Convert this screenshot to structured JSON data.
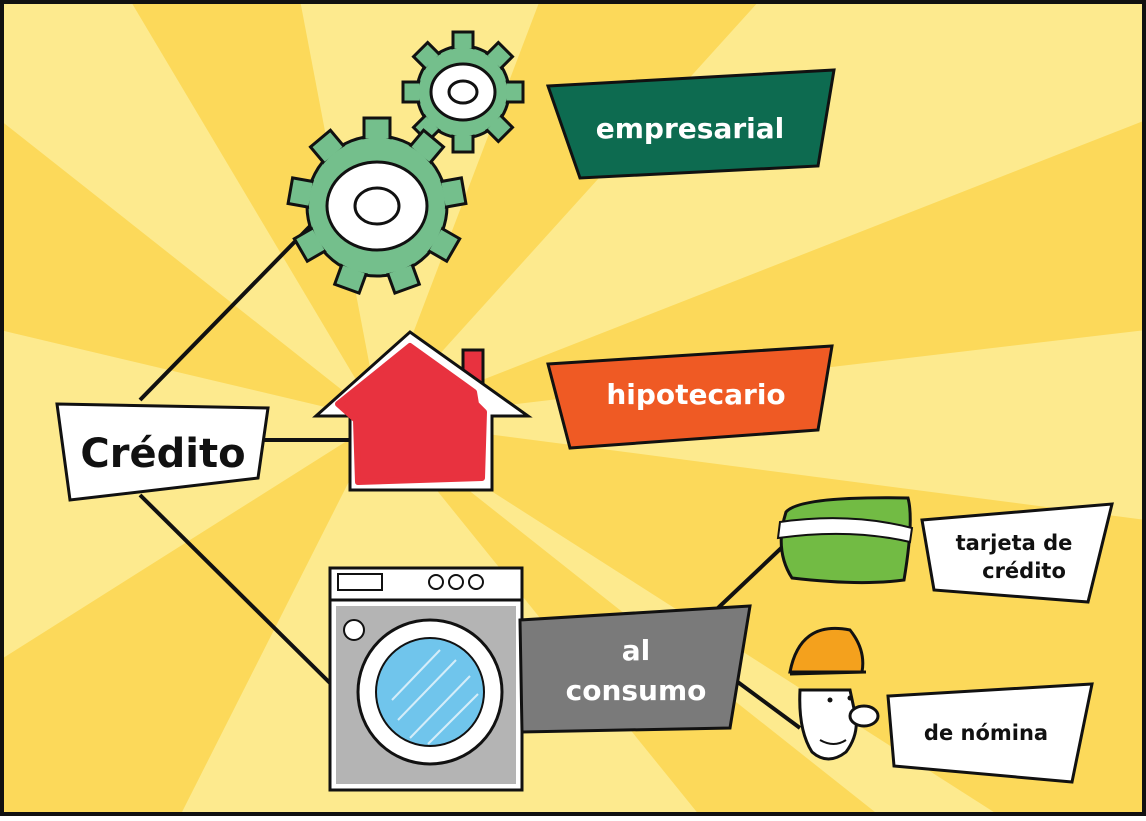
{
  "root": {
    "label": "Crédito"
  },
  "branches": {
    "empresarial": {
      "label": "empresarial",
      "icon": "gears-icon"
    },
    "hipotecario": {
      "label": "hipotecario",
      "icon": "house-icon"
    },
    "consumo": {
      "label_line1": "al",
      "label_line2": "consumo",
      "icon": "washing-machine-icon",
      "children": {
        "tarjeta": {
          "label_line1": "tarjeta de",
          "label_line2": "crédito",
          "icon": "credit-card-icon"
        },
        "nomina": {
          "label": "de nómina",
          "icon": "worker-helmet-icon"
        }
      }
    }
  },
  "colors": {
    "background_light": "#FDEA8E",
    "background_ray": "#FCD95A",
    "empresarial_fill": "#0D6B50",
    "hipotecario_fill": "#EF5A24",
    "consumo_fill": "#7A7A7A",
    "gear_green": "#74BF8C",
    "house_red": "#E8323F",
    "card_green": "#72BB44",
    "drum_blue": "#70C5EC",
    "helmet_orange": "#F4A11D"
  }
}
